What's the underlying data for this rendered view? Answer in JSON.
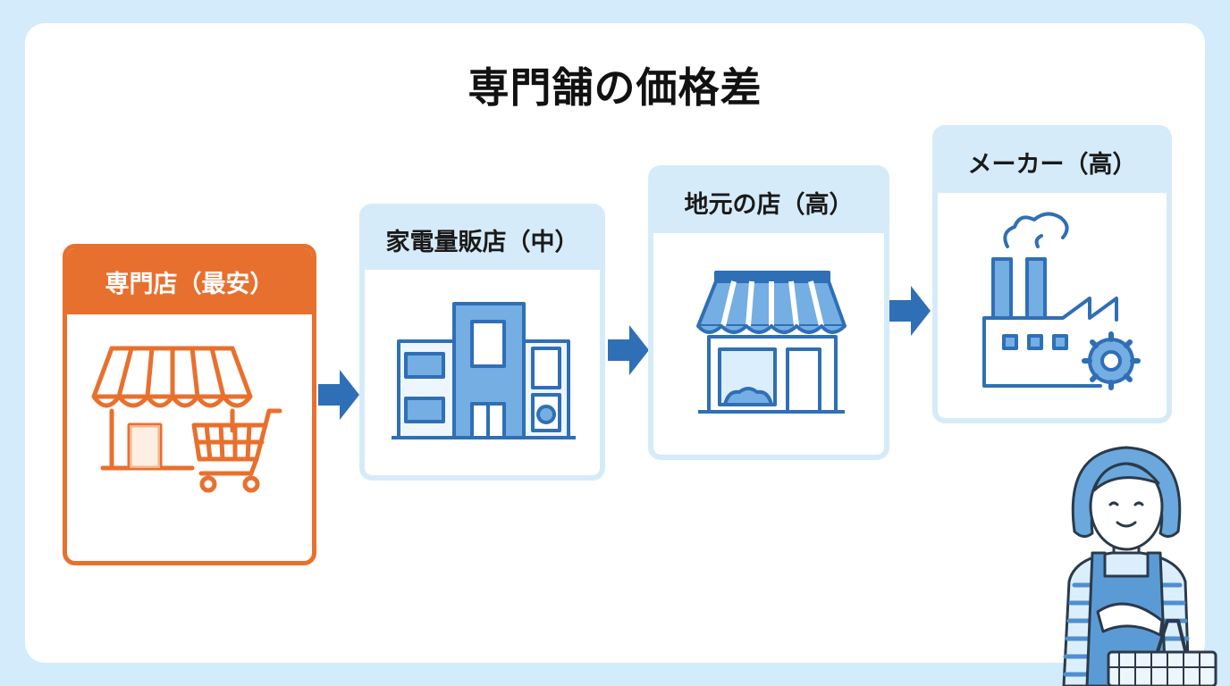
{
  "title": "専門舗の価格差",
  "steps": [
    {
      "label": "専門店（最安）",
      "icon": "shop-with-cart-icon",
      "color": "#e8702e"
    },
    {
      "label": "家電量販店（中）",
      "icon": "appliance-store-icon",
      "color": "#2f6fb6"
    },
    {
      "label": "地元の店（高）",
      "icon": "local-shop-icon",
      "color": "#2f6fb6"
    },
    {
      "label": "メーカー（高）",
      "icon": "factory-icon",
      "color": "#2f6fb6"
    }
  ],
  "colors": {
    "background": "#d3ebfa",
    "accent_orange": "#e8702e",
    "accent_blue": "#2f6fb6",
    "card_header_blue": "#d6ebf9"
  },
  "decor": {
    "person": "shop-clerk-with-basket-icon"
  }
}
